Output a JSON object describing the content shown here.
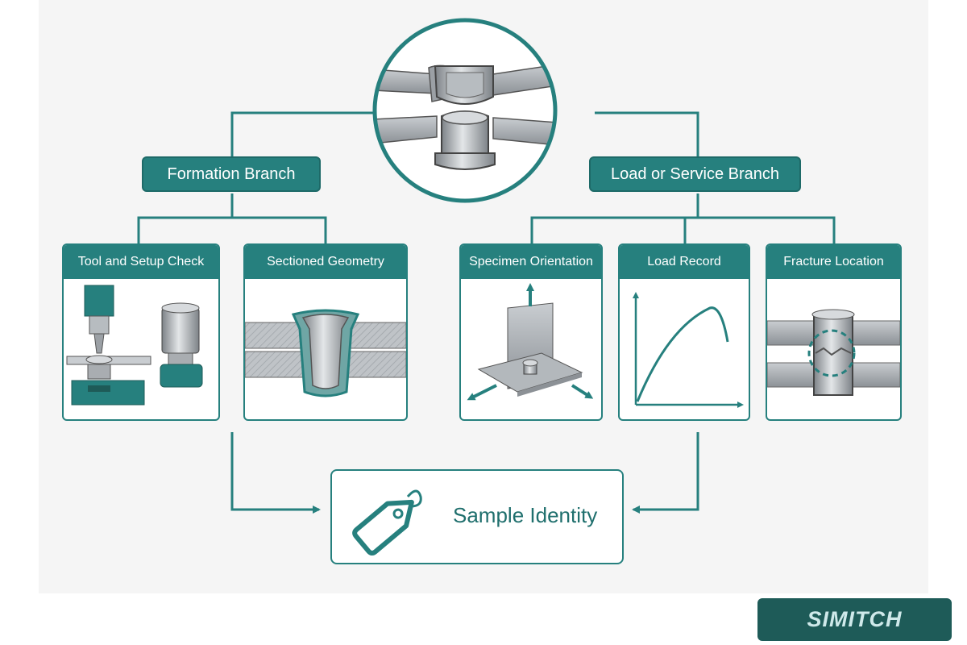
{
  "branches": {
    "left": "Formation Branch",
    "right": "Load or Service Branch"
  },
  "cards": {
    "tool": "Tool and Setup Check",
    "sectioned": "Sectioned Geometry",
    "specimen": "Specimen Orientation",
    "load": "Load Record",
    "fracture": "Fracture Location"
  },
  "identity": {
    "label": "Sample Identity"
  },
  "logo": {
    "text": "SIMITCH"
  },
  "colors": {
    "teal": "#26807e",
    "dark_teal": "#1e5b58",
    "metal": "#a9adb1"
  },
  "icons": [
    "hub-rivet-joint",
    "press-tool-icon",
    "rivet-section-icon",
    "t-specimen-icon",
    "load-curve-icon",
    "fracture-icon",
    "tag-icon"
  ]
}
